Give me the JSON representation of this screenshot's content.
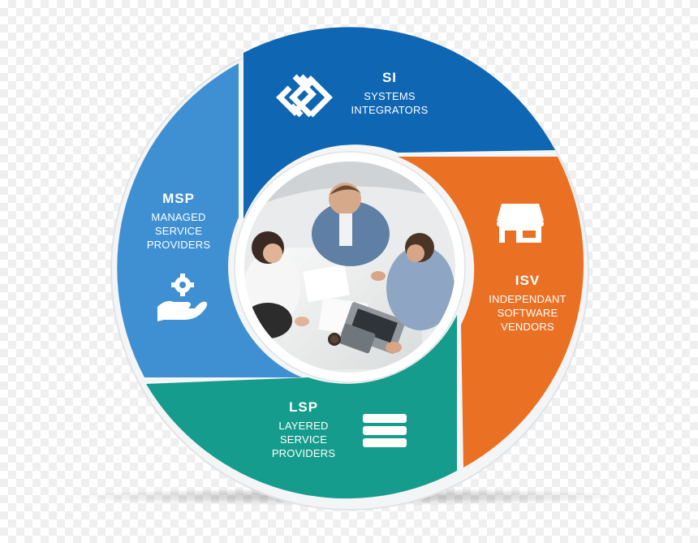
{
  "colors": {
    "si": "#0f66b3",
    "isv": "#ea7124",
    "lsp": "#169c8c",
    "msp": "#3f90d3"
  },
  "segments": {
    "si": {
      "abbr": "SI",
      "lines": [
        "SYSTEMS",
        "INTEGRATORS"
      ],
      "icon": "linked-diamonds-icon"
    },
    "isv": {
      "abbr": "ISV",
      "lines": [
        "INDEPENDANT",
        "SOFTWARE",
        "VENDORS"
      ],
      "icon": "storefront-icon"
    },
    "lsp": {
      "abbr": "LSP",
      "lines": [
        "LAYERED",
        "SERVICE",
        "PROVIDERS"
      ],
      "icon": "stacked-layers-icon"
    },
    "msp": {
      "abbr": "MSP",
      "lines": [
        "MANAGED",
        "SERVICE",
        "PROVIDERS"
      ],
      "icon": "hand-gear-icon"
    }
  },
  "center_image": "business-meeting-photo"
}
